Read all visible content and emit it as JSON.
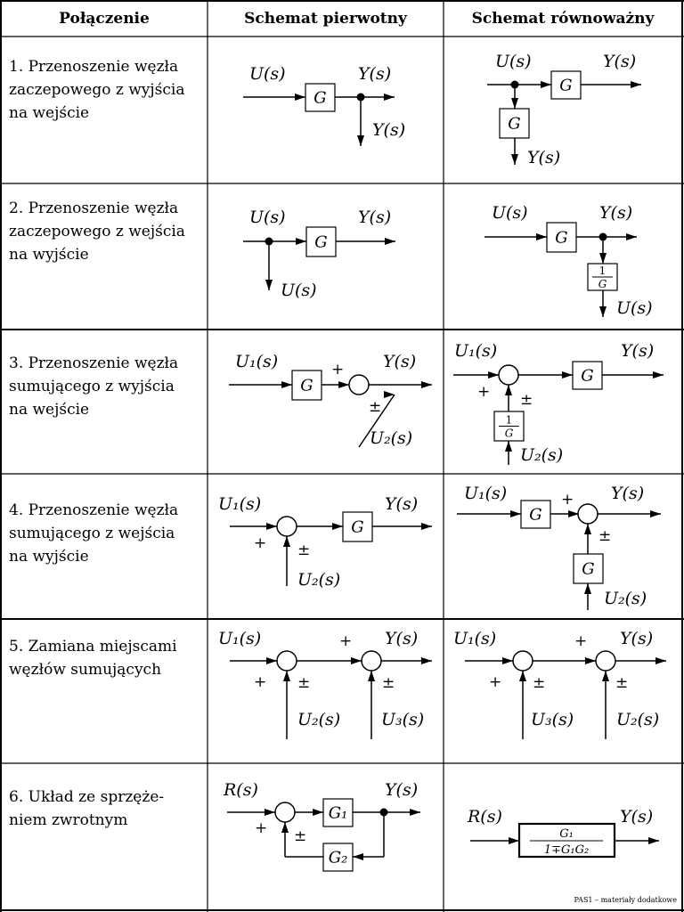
{
  "table": {
    "headers": [
      "Połączenie",
      "Schemat pierwotny",
      "Schemat równoważny"
    ],
    "rows": [
      {
        "desc": [
          "1. Przenoszenie węzła",
          "zaczepowego z wyjścia",
          "na wejście"
        ]
      },
      {
        "desc": [
          "2. Przenoszenie węzła",
          "zaczepowego z wejścia",
          "na wyjście"
        ]
      },
      {
        "desc": [
          "3. Przenoszenie węzła",
          "sumującego z wyjścia",
          "na wejście"
        ]
      },
      {
        "desc": [
          "4. Przenoszenie węzła",
          "sumującego z wejścia",
          "na wyjście"
        ]
      },
      {
        "desc": [
          "5. Zamiana miejscami",
          "węzłów sumujących",
          ""
        ]
      },
      {
        "desc": [
          "6.  Układ ze sprzęże-",
          "niem zwrotnym",
          ""
        ]
      }
    ]
  },
  "labels": {
    "U": "U(s)",
    "Y": "Y(s)",
    "U1": "U₁(s)",
    "U2": "U₂(s)",
    "U3": "U₃(s)",
    "R": "R(s)",
    "G": "G",
    "G1": "G₁",
    "G2": "G₂",
    "inv_num": "1",
    "inv_den": "G",
    "fb_num": "G₁",
    "fb_den": "1∓G₁G₂",
    "plus": "+",
    "pm": "±"
  },
  "footer": "PAS1 – materiały dodatkowe"
}
